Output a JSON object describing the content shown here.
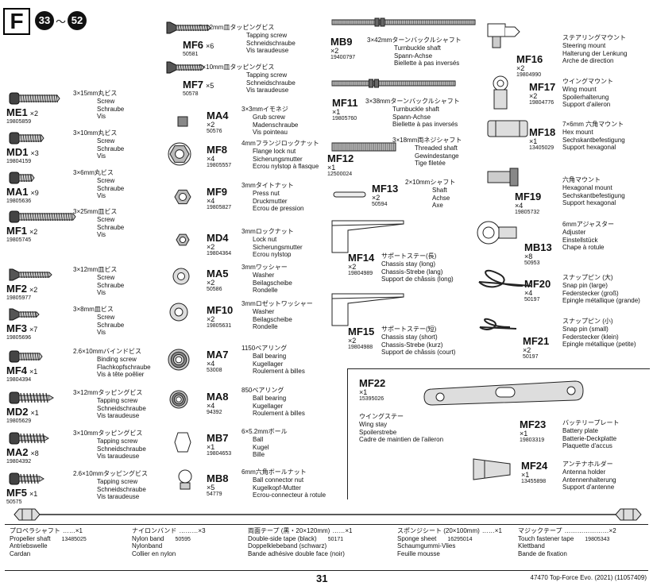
{
  "header": {
    "section": "F",
    "steps_start": "33",
    "steps_sep": "〜",
    "steps_end": "52"
  },
  "col1": [
    {
      "code": "ME1",
      "qty": "×2",
      "pn": "19805859",
      "jp": "3×15mm丸ビス",
      "tr": [
        "Screw",
        "Schraube",
        "Vis"
      ]
    },
    {
      "code": "MD1",
      "qty": "×3",
      "pn": "19804159",
      "jp": "3×10mm丸ビス",
      "tr": [
        "Screw",
        "Schraube",
        "Vis"
      ]
    },
    {
      "code": "MA1",
      "qty": "×9",
      "pn": "19805636",
      "jp": "3×6mm丸ビス",
      "tr": [
        "Screw",
        "Schraube",
        "Vis"
      ]
    },
    {
      "code": "MF1",
      "qty": "×2",
      "pn": "19805745",
      "jp": "3×25mm皿ビス",
      "tr": [
        "Screw",
        "Schraube",
        "Vis"
      ]
    },
    {
      "code": "MF2",
      "qty": "×2",
      "pn": "19805977",
      "jp": "3×12mm皿ビス",
      "tr": [
        "Screw",
        "Schraube",
        "Vis"
      ]
    },
    {
      "code": "MF3",
      "qty": "×7",
      "pn": "19805696",
      "jp": "3×8mm皿ビス",
      "tr": [
        "Screw",
        "Schraube",
        "Vis"
      ]
    },
    {
      "code": "MF4",
      "qty": "×1",
      "pn": "19804394",
      "jp": "2.6×10mmバインドビス",
      "tr": [
        "Binding screw",
        "Flachkopfschraube",
        "Vis à tête poêlier"
      ]
    },
    {
      "code": "MD2",
      "qty": "×1",
      "pn": "19805629",
      "jp": "3×12mmタッピングビス",
      "tr": [
        "Tapping screw",
        "Schneidschraube",
        "Vis taraudeuse"
      ]
    },
    {
      "code": "MA2",
      "qty": "×8",
      "pn": "19804392",
      "jp": "3×10mmタッピングビス",
      "tr": [
        "Tapping screw",
        "Schneidschraube",
        "Vis taraudeuse"
      ]
    },
    {
      "code": "MF5",
      "qty": "×1",
      "pn": "50575",
      "jp": "2.6×10mmタッピングビス",
      "tr": [
        "Tapping screw",
        "Schneidschraube",
        "Vis taraudeuse"
      ]
    }
  ],
  "col2": [
    {
      "code": "MF6",
      "qty": "×6",
      "pn": "50581",
      "jp": "3×12mm皿タッピングビス",
      "tr": [
        "Tapping screw",
        "Schneidschraube",
        "Vis taraudeuse"
      ]
    },
    {
      "code": "MF7",
      "qty": "×5",
      "pn": "50578",
      "jp": "3×10mm皿タッピングビス",
      "tr": [
        "Tapping screw",
        "Schneidschraube",
        "Vis taraudeuse"
      ]
    },
    {
      "code": "MA4",
      "qty": "×2",
      "pn": "50576",
      "jp": "3×3mmイモネジ",
      "tr": [
        "Grub screw",
        "Madenschraube",
        "Vis pointeau"
      ]
    },
    {
      "code": "MF8",
      "qty": "×4",
      "pn": "19805557",
      "jp": "4mmフランジロックナット",
      "tr": [
        "Flange lock nut",
        "Sicherungsmutter",
        "Ecrou nylstop à flasque"
      ]
    },
    {
      "code": "MF9",
      "qty": "×4",
      "pn": "19805827",
      "jp": "3mmタイトナット",
      "tr": [
        "Press nut",
        "Druckmutter",
        "Ecrou de pression"
      ]
    },
    {
      "code": "MD4",
      "qty": "×2",
      "pn": "19804364",
      "jp": "3mmロックナット",
      "tr": [
        "Lock nut",
        "Sicherungsmutter",
        "Ecrou nylstop"
      ]
    },
    {
      "code": "MA5",
      "qty": "×2",
      "pn": "50586",
      "jp": "3mmワッシャー",
      "tr": [
        "Washer",
        "Beilagscheibe",
        "Rondelle"
      ]
    },
    {
      "code": "MF10",
      "qty": "×2",
      "pn": "19805631",
      "jp": "3mmロゼットワッシャー",
      "tr": [
        "Washer",
        "Beilagscheibe",
        "Rondelle"
      ]
    },
    {
      "code": "MA7",
      "qty": "×4",
      "pn": "53008",
      "jp": "1150ベアリング",
      "tr": [
        "Ball bearing",
        "Kugellager",
        "Roulement à billes"
      ]
    },
    {
      "code": "MA8",
      "qty": "×4",
      "pn": "94392",
      "jp": "850ベアリング",
      "tr": [
        "Ball bearing",
        "Kugellager",
        "Roulement à billes"
      ]
    },
    {
      "code": "MB7",
      "qty": "×1",
      "pn": "19804653",
      "jp": "6×5.2mmボール",
      "tr": [
        "Ball",
        "Kugel",
        "Bille"
      ]
    },
    {
      "code": "MB8",
      "qty": "×5",
      "pn": "54779",
      "jp": "6mm六角ボールナット",
      "tr": [
        "Ball connector nut",
        "Kugelkopf-Mutter",
        "Ecrou-connecteur à rotule"
      ]
    }
  ],
  "col3": [
    {
      "code": "MB9",
      "qty": "×2",
      "pn": "19400797",
      "jp": "3×42mmターンバックルシャフト",
      "tr": [
        "Turnbuckle shaft",
        "Spann-Achse",
        "Biellette à pas inversés"
      ]
    },
    {
      "code": "MF11",
      "qty": "×1",
      "pn": "19805760",
      "jp": "3×38mmターンバックルシャフト",
      "tr": [
        "Turnbuckle shaft",
        "Spann-Achse",
        "Biellette à pas inversés"
      ]
    },
    {
      "code": "MF12",
      "qty": "×1",
      "pn": "12500024",
      "jp": "3×18mm両ネジシャフト",
      "tr": [
        "Threaded shaft",
        "Gewindestange",
        "Tige filetée"
      ]
    },
    {
      "code": "MF13",
      "qty": "×2",
      "pn": "50594",
      "jp": "2×10mmシャフト",
      "tr": [
        "Shaft",
        "Achse",
        "Axe"
      ]
    },
    {
      "code": "MF14",
      "qty": "×2",
      "pn": "19804989",
      "jp": "サポートステー(長)",
      "tr": [
        "Chassis stay (long)",
        "Chassis-Strebe (lang)",
        "Support de châssis (long)"
      ]
    },
    {
      "code": "MF15",
      "qty": "×2",
      "pn": "19804988",
      "jp": "サポートステー(短)",
      "tr": [
        "Chassis stay (short)",
        "Chassis-Strebe (kurz)",
        "Support de châssis (court)"
      ]
    }
  ],
  "col4": [
    {
      "code": "MF16",
      "qty": "×2",
      "pn": "19804990",
      "jp": "ステアリングマウント",
      "tr": [
        "Steering mount",
        "Halterung der Lenkung",
        "Arche de direction"
      ]
    },
    {
      "code": "MF17",
      "qty": "×2",
      "pn": "19804776",
      "jp": "ウイングマウント",
      "tr": [
        "Wing mount",
        "Spoilerhalterung",
        "Support d'aileron"
      ]
    },
    {
      "code": "MF18",
      "qty": "×1",
      "pn": "13405029",
      "jp": "7×6mm 六角マウント",
      "tr": [
        "Hex mount",
        "Sechskantbefestigung",
        "Support hexagonal"
      ]
    },
    {
      "code": "MF19",
      "qty": "×4",
      "pn": "19805732",
      "jp": "六角マウント",
      "tr": [
        "Hexagonal mount",
        "Sechskantbefestigung",
        "Support hexagonal"
      ]
    },
    {
      "code": "MB13",
      "qty": "×8",
      "pn": "50953",
      "jp": "6mmアジャスター",
      "tr": [
        "Adjuster",
        "Einstellstück",
        "Chape à rotule"
      ]
    },
    {
      "code": "MF20",
      "qty": "×4",
      "pn": "50197",
      "jp": "スナップピン (大)",
      "tr": [
        "Snap pin (large)",
        "Federstecker (groß)",
        "Epingle métallique (grande)"
      ]
    },
    {
      "code": "MF21",
      "qty": "×2",
      "pn": "50197",
      "jp": "スナップピン (小)",
      "tr": [
        "Snap pin (small)",
        "Federstecker (klein)",
        "Epingle métallique (petite)"
      ]
    }
  ],
  "box": [
    {
      "code": "MF22",
      "qty": "×1",
      "pn": "15395026",
      "jp": "ウイングステー",
      "tr": [
        "Wing stay",
        "Spoilerstrebe",
        "Cadre de maintien de l'aileron"
      ]
    },
    {
      "code": "MF23",
      "qty": "×1",
      "pn": "19803319",
      "jp": "バッテリープレート",
      "tr": [
        "Battery plate",
        "Batterie-Deckplatte",
        "Plaquette d'accus"
      ]
    },
    {
      "code": "MF24",
      "qty": "×1",
      "pn": "13455898",
      "jp": "アンテナホルダー",
      "tr": [
        "Antenna holder",
        "Antennenhalterung",
        "Support d'antenne"
      ]
    }
  ],
  "footer": [
    {
      "jp": "プロペラシャフト",
      "dots": "……×1",
      "pn": "13485025",
      "tr": [
        "Propeller shaft",
        "Antriebswelle",
        "Cardan"
      ]
    },
    {
      "jp": "ナイロンバンド",
      "dots": "………×3",
      "pn": "50595",
      "tr": [
        "Nylon band",
        "Nylonband",
        "Collier en nylon"
      ]
    },
    {
      "jp": "両面テープ (黒・20×120mm)",
      "dots": "……×1",
      "pn": "50171",
      "tr": [
        "Double-side tape (black)",
        "Doppelklebeband (schwarz)",
        "Bande adhésive double face (noir)"
      ]
    },
    {
      "jp": "スポンジシート (20×100mm)",
      "dots": "……×1",
      "pn": "16295014",
      "tr": [
        "Sponge sheet",
        "Schaumgummi-Vlies",
        "Feuille mousse"
      ]
    },
    {
      "jp": "マジックテープ",
      "dots": "…………………×2",
      "pn": "19805343",
      "tr": [
        "Touch fastener tape",
        "Klettband",
        "Bande de fixation"
      ]
    }
  ],
  "page_number": "31",
  "doc_id": "47470 Top-Force Evo. (2021) (11057409)"
}
